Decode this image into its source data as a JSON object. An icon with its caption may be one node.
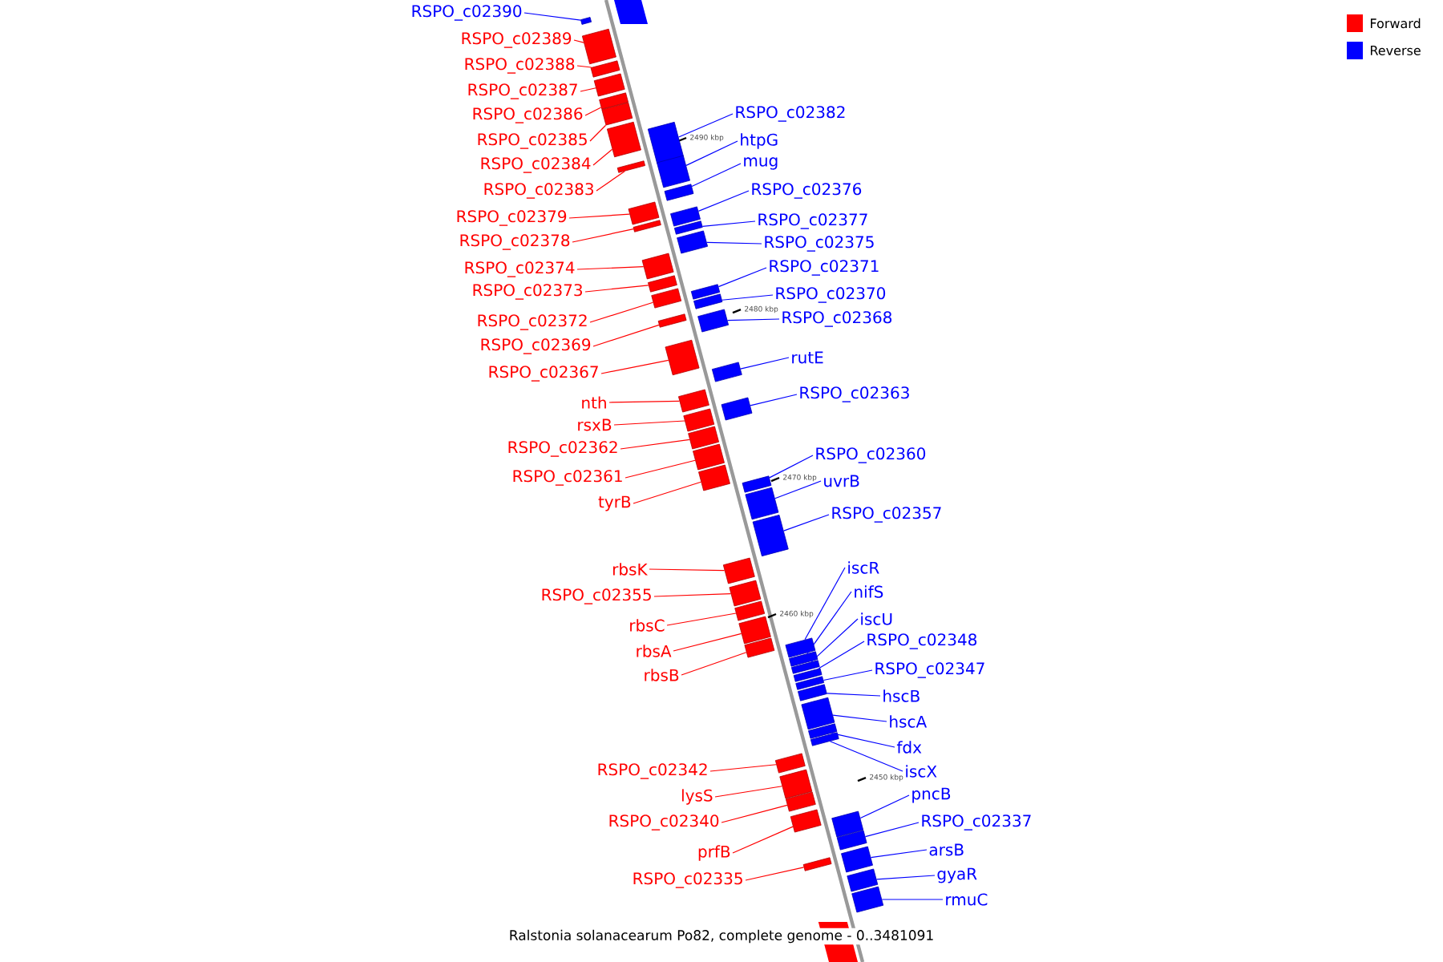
{
  "diagram": {
    "caption": "Ralstonia solanacearum Po82, complete genome - 0..3481091",
    "nodes": [
      {
        "text": [
          "RSPO_c02390"
        ]
      },
      {
        "text": [
          "RSPO_c02389"
        ]
      },
      {
        "text": [
          "RSPO_c02388"
        ]
      },
      {
        "text": [
          "RSPO_c02387"
        ]
      },
      {
        "text": [
          "RSPO_c02386"
        ]
      },
      {
        "text": [
          "RSPO_c02385"
        ]
      },
      {
        "text": [
          "RSPO_c02384"
        ]
      },
      {
        "text": [
          "RSPO_c02383"
        ]
      },
      {
        "text": [
          "RSPO_c02379"
        ]
      },
      {
        "text": [
          "RSPO_c02378"
        ]
      },
      {
        "text": [
          "RSPO_c02374"
        ]
      },
      {
        "text": [
          "RSPO_c02373"
        ]
      },
      {
        "text": [
          "RSPO_c02372"
        ]
      },
      {
        "text": [
          "RSPO_c02369"
        ]
      },
      {
        "text": [
          "RSPO_c02367"
        ]
      },
      {
        "text": [
          "nth"
        ]
      },
      {
        "text": [
          "rsxB"
        ]
      },
      {
        "text": [
          "RSPO_c02362"
        ]
      },
      {
        "text": [
          "RSPO_c02361"
        ]
      },
      {
        "text": [
          "tyrB"
        ]
      },
      {
        "text": [
          "rbsK"
        ]
      },
      {
        "text": [
          "RSPO_c02355"
        ]
      },
      {
        "text": [
          "rbsC"
        ]
      },
      {
        "text": [
          "rbsA"
        ]
      },
      {
        "text": [
          "rbsB"
        ]
      },
      {
        "text": [
          "RSPO_c02342"
        ]
      },
      {
        "text": [
          "lysS"
        ]
      },
      {
        "text": [
          "RSPO_c02340"
        ]
      },
      {
        "text": [
          "prfB"
        ]
      },
      {
        "text": [
          "RSPO_c02335"
        ]
      },
      {
        "text": [
          "RSPO_c02382"
        ]
      },
      {
        "text": [
          "htpG"
        ]
      },
      {
        "text": [
          "mug"
        ]
      },
      {
        "text": [
          "RSPO_c02376"
        ]
      },
      {
        "text": [
          "RSPO_c02377"
        ]
      },
      {
        "text": [
          "RSPO_c02375"
        ]
      },
      {
        "text": [
          "RSPO_c02371"
        ]
      },
      {
        "text": [
          "RSPO_c02370"
        ]
      },
      {
        "text": [
          "RSPO_c02368"
        ]
      },
      {
        "text": [
          "rutE"
        ]
      },
      {
        "text": [
          "RSPO_c02363"
        ]
      },
      {
        "text": [
          "RSPO_c02360"
        ]
      },
      {
        "text": [
          "uvrB"
        ]
      },
      {
        "text": [
          "RSPO_c02357"
        ]
      },
      {
        "text": [
          "iscR"
        ]
      },
      {
        "text": [
          "nifS"
        ]
      },
      {
        "text": [
          "iscU"
        ]
      },
      {
        "text": [
          "RSPO_c02348"
        ]
      },
      {
        "text": [
          "RSPO_c02347"
        ]
      },
      {
        "text": [
          "hscB"
        ]
      },
      {
        "text": [
          "hscA"
        ]
      },
      {
        "text": [
          "fdx"
        ]
      },
      {
        "text": [
          "iscX"
        ]
      },
      {
        "text": [
          "pncB"
        ]
      },
      {
        "text": [
          "RSPO_c02337"
        ]
      },
      {
        "text": [
          "arsB"
        ]
      },
      {
        "text": [
          "gyaR"
        ]
      },
      {
        "text": [
          "rmuC"
        ]
      },
      {
        "text": [],
        "shape": "bar"
      },
      {
        "text": [],
        "shape": "bar"
      },
      {
        "text": [],
        "shape": "bar"
      },
      {
        "text": [],
        "shape": "bar"
      },
      {
        "text": [],
        "shape": "bar"
      },
      {
        "text": [],
        "shape": "bar"
      },
      {
        "text": [],
        "shape": "bar"
      },
      {
        "text": [],
        "shape": "bar"
      },
      {
        "text": [],
        "shape": "bar"
      },
      {
        "text": [],
        "shape": "bar"
      },
      {
        "text": [],
        "shape": "bar"
      },
      {
        "text": [],
        "shape": "bar"
      },
      {
        "text": [],
        "shape": "bar"
      },
      {
        "text": [],
        "shape": "bar"
      },
      {
        "text": [],
        "shape": "bar"
      },
      {
        "text": [],
        "shape": "bar"
      },
      {
        "text": [],
        "shape": "bar"
      },
      {
        "text": [],
        "shape": "bar"
      },
      {
        "text": [],
        "shape": "bar"
      },
      {
        "text": [],
        "shape": "bar"
      },
      {
        "text": [],
        "shape": "bar"
      },
      {
        "text": [],
        "shape": "bar"
      },
      {
        "text": [],
        "shape": "bar"
      },
      {
        "text": [],
        "shape": "bar"
      },
      {
        "text": [],
        "shape": "bar"
      },
      {
        "text": [],
        "shape": "bar"
      },
      {
        "text": [],
        "shape": "bar"
      },
      {
        "text": [],
        "shape": "bar"
      },
      {
        "text": [],
        "shape": "bar"
      },
      {
        "text": [],
        "shape": "bar"
      },
      {
        "text": [],
        "shape": "bar"
      },
      {
        "text": [],
        "shape": "bar"
      },
      {
        "text": [],
        "shape": "bar"
      },
      {
        "text": [],
        "shape": "bar"
      },
      {
        "text": [],
        "shape": "bar"
      },
      {
        "text": [],
        "shape": "bar"
      },
      {
        "text": [],
        "shape": "bar"
      },
      {
        "text": [],
        "shape": "bar"
      },
      {
        "text": [],
        "shape": "bar"
      },
      {
        "text": [],
        "shape": "bar"
      },
      {
        "text": [],
        "shape": "bar"
      },
      {
        "text": [],
        "shape": "bar"
      },
      {
        "text": [],
        "shape": "bar"
      },
      {
        "text": [],
        "shape": "bar"
      },
      {
        "text": [],
        "shape": "bar"
      },
      {
        "text": [],
        "shape": "bar"
      },
      {
        "text": [],
        "shape": "bar"
      },
      {
        "text": [],
        "shape": "bar"
      },
      {
        "text": [],
        "shape": "bar"
      },
      {
        "text": [],
        "shape": "bar"
      },
      {
        "text": [],
        "shape": "bar"
      },
      {
        "text": [],
        "shape": "bar"
      },
      {
        "text": [],
        "shape": "bar"
      },
      {
        "text": [],
        "shape": "bar"
      },
      {
        "text": [],
        "shape": "bar"
      },
      {
        "text": [],
        "shape": "bar"
      },
      {
        "text": [],
        "shape": "bar"
      },
      {
        "text": [],
        "shape": "bar"
      }
    ],
    "edges": [
      {
        "from": 0,
        "to": 58,
        "arrow": "none",
        "color": "#0000ff"
      },
      {
        "from": 1,
        "to": 59,
        "arrow": "none",
        "color": "#ff0000"
      },
      {
        "from": 2,
        "to": 60,
        "arrow": "none",
        "color": "#ff0000"
      },
      {
        "from": 3,
        "to": 61,
        "arrow": "none",
        "color": "#ff0000"
      },
      {
        "from": 4,
        "to": 62,
        "arrow": "none",
        "color": "#ff0000"
      },
      {
        "from": 5,
        "to": 63,
        "arrow": "none",
        "color": "#ff0000"
      },
      {
        "from": 6,
        "to": 64,
        "arrow": "none",
        "color": "#ff0000"
      },
      {
        "from": 7,
        "to": 66,
        "arrow": "none",
        "color": "#ff0000"
      },
      {
        "from": 8,
        "to": 69,
        "arrow": "none",
        "color": "#ff0000"
      },
      {
        "from": 9,
        "to": 71,
        "arrow": "none",
        "color": "#ff0000"
      },
      {
        "from": 10,
        "to": 74,
        "arrow": "none",
        "color": "#ff0000"
      },
      {
        "from": 11,
        "to": 75,
        "arrow": "none",
        "color": "#ff0000"
      },
      {
        "from": 12,
        "to": 77,
        "arrow": "none",
        "color": "#ff0000"
      },
      {
        "from": 13,
        "to": 79,
        "arrow": "none",
        "color": "#ff0000"
      },
      {
        "from": 14,
        "to": 81,
        "arrow": "none",
        "color": "#ff0000"
      },
      {
        "from": 15,
        "to": 83,
        "arrow": "none",
        "color": "#ff0000"
      },
      {
        "from": 16,
        "to": 85,
        "arrow": "none",
        "color": "#ff0000"
      },
      {
        "from": 17,
        "to": 86,
        "arrow": "none",
        "color": "#ff0000"
      },
      {
        "from": 18,
        "to": 87,
        "arrow": "none",
        "color": "#ff0000"
      },
      {
        "from": 19,
        "to": 88,
        "arrow": "none",
        "color": "#ff0000"
      },
      {
        "from": 20,
        "to": 92,
        "arrow": "none",
        "color": "#ff0000"
      },
      {
        "from": 21,
        "to": 93,
        "arrow": "none",
        "color": "#ff0000"
      },
      {
        "from": 22,
        "to": 94,
        "arrow": "none",
        "color": "#ff0000"
      },
      {
        "from": 23,
        "to": 95,
        "arrow": "none",
        "color": "#ff0000"
      },
      {
        "from": 24,
        "to": 96,
        "arrow": "none",
        "color": "#ff0000"
      },
      {
        "from": 25,
        "to": 106,
        "arrow": "none",
        "color": "#ff0000"
      },
      {
        "from": 26,
        "to": 107,
        "arrow": "none",
        "color": "#ff0000"
      },
      {
        "from": 27,
        "to": 108,
        "arrow": "none",
        "color": "#ff0000"
      },
      {
        "from": 28,
        "to": 109,
        "arrow": "none",
        "color": "#ff0000"
      },
      {
        "from": 29,
        "to": 113,
        "arrow": "none",
        "color": "#ff0000"
      },
      {
        "from": 30,
        "to": 65,
        "arrow": "none",
        "color": "#0000ff"
      },
      {
        "from": 31,
        "to": 67,
        "arrow": "none",
        "color": "#0000ff"
      },
      {
        "from": 32,
        "to": 68,
        "arrow": "none",
        "color": "#0000ff"
      },
      {
        "from": 33,
        "to": 70,
        "arrow": "none",
        "color": "#0000ff"
      },
      {
        "from": 34,
        "to": 72,
        "arrow": "none",
        "color": "#0000ff"
      },
      {
        "from": 35,
        "to": 73,
        "arrow": "none",
        "color": "#0000ff"
      },
      {
        "from": 36,
        "to": 76,
        "arrow": "none",
        "color": "#0000ff"
      },
      {
        "from": 37,
        "to": 78,
        "arrow": "none",
        "color": "#0000ff"
      },
      {
        "from": 38,
        "to": 80,
        "arrow": "none",
        "color": "#0000ff"
      },
      {
        "from": 39,
        "to": 82,
        "arrow": "none",
        "color": "#0000ff"
      },
      {
        "from": 40,
        "to": 84,
        "arrow": "none",
        "color": "#0000ff"
      },
      {
        "from": 41,
        "to": 89,
        "arrow": "none",
        "color": "#0000ff"
      },
      {
        "from": 42,
        "to": 90,
        "arrow": "none",
        "color": "#0000ff"
      },
      {
        "from": 43,
        "to": 91,
        "arrow": "none",
        "color": "#0000ff"
      },
      {
        "from": 44,
        "to": 97,
        "arrow": "none",
        "color": "#0000ff"
      },
      {
        "from": 45,
        "to": 98,
        "arrow": "none",
        "color": "#0000ff"
      },
      {
        "from": 46,
        "to": 99,
        "arrow": "none",
        "color": "#0000ff"
      },
      {
        "from": 47,
        "to": 100,
        "arrow": "none",
        "color": "#0000ff"
      },
      {
        "from": 48,
        "to": 101,
        "arrow": "none",
        "color": "#0000ff"
      },
      {
        "from": 49,
        "to": 102,
        "arrow": "none",
        "color": "#0000ff"
      },
      {
        "from": 50,
        "to": 103,
        "arrow": "none",
        "color": "#0000ff"
      },
      {
        "from": 51,
        "to": 104,
        "arrow": "none",
        "color": "#0000ff"
      },
      {
        "from": 52,
        "to": 105,
        "arrow": "none",
        "color": "#0000ff"
      },
      {
        "from": 53,
        "to": 110,
        "arrow": "none",
        "color": "#0000ff"
      },
      {
        "from": 54,
        "to": 111,
        "arrow": "none",
        "color": "#0000ff"
      },
      {
        "from": 55,
        "to": 112,
        "arrow": "none",
        "color": "#0000ff"
      },
      {
        "from": 56,
        "to": 114,
        "arrow": "none",
        "color": "#0000ff"
      },
      {
        "from": 57,
        "to": 115,
        "arrow": "none",
        "color": "#0000ff"
      }
    ],
    "labels": [
      "2490 kbp",
      "2480 kbp",
      "2470 kbp",
      "2460 kbp",
      "2450 kbp"
    ],
    "legend": [
      {
        "text": "Forward",
        "color": "#ff0000"
      },
      {
        "text": "Reverse",
        "color": "#0000ff"
      }
    ]
  }
}
